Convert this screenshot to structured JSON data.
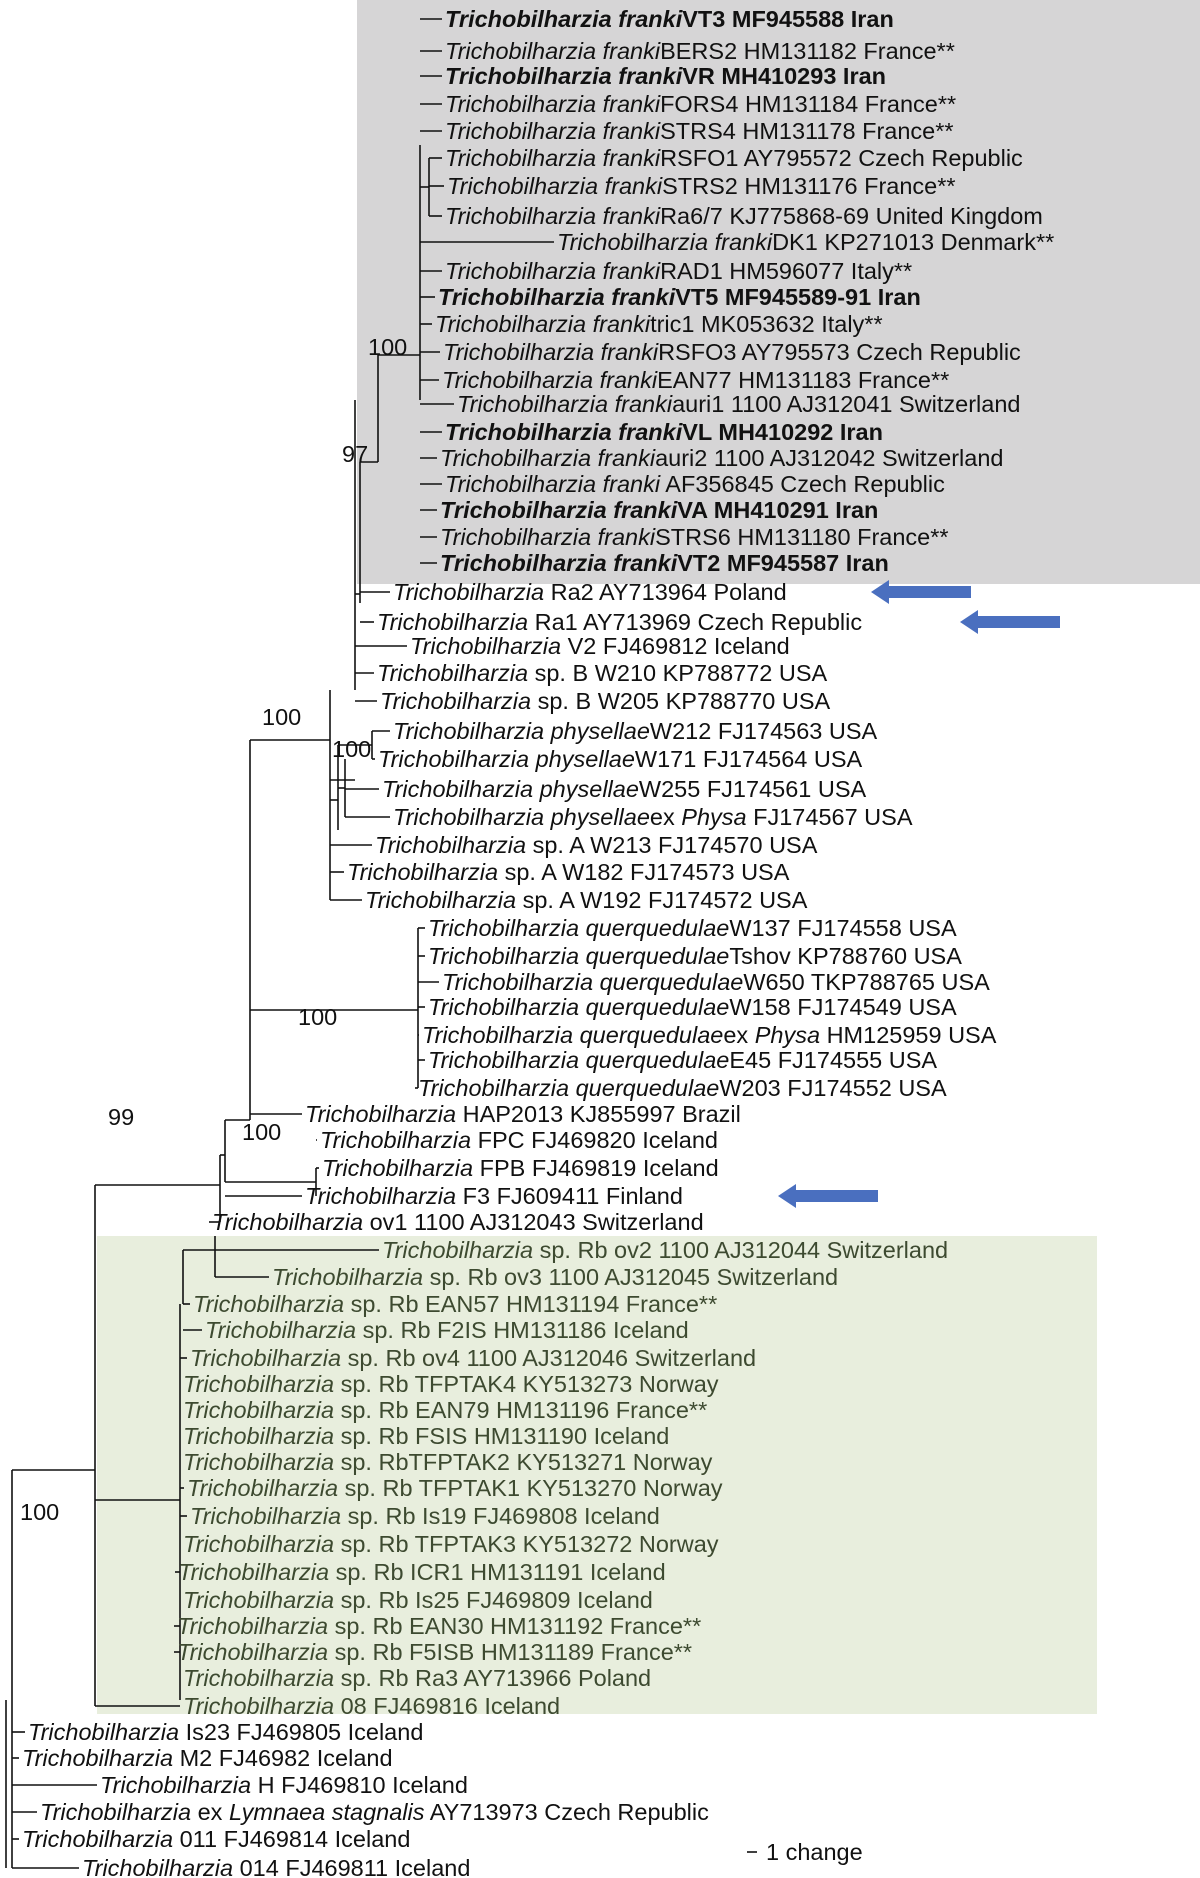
{
  "colors": {
    "clade_franki_bg": "#d6d5d6",
    "clade_rb_bg": "#e8eedd",
    "arrow": "#4a6fbf",
    "green_text": "#3d4a30"
  },
  "clades": [
    {
      "name": "franki-clade",
      "color": "#d6d5d6"
    },
    {
      "name": "rb-clade",
      "color": "#e8eedd"
    }
  ],
  "bootstrap": [
    "100",
    "97",
    "100",
    "100",
    "100",
    "100",
    "99",
    "100"
  ],
  "scale_bar": {
    "label": "1 change"
  },
  "arrows": [
    {
      "target": "Ra2 AY713964 Poland"
    },
    {
      "target": "Ra1 AY713969 Czech Republic"
    },
    {
      "target": "F3 FJ609411 Finland"
    }
  ],
  "taxa": [
    {
      "genus": "Trichobilharzia",
      "species": "franki",
      "rest": "VT3 MF945588 Iran",
      "bold": true
    },
    {
      "genus": "Trichobilharzia",
      "species": "franki",
      "rest": "BERS2 HM131182 France**"
    },
    {
      "genus": "Trichobilharzia",
      "species": "franki",
      "rest": "VR MH410293 Iran",
      "bold": true
    },
    {
      "genus": "Trichobilharzia",
      "species": "franki",
      "rest": "FORS4 HM131184 France**"
    },
    {
      "genus": "Trichobilharzia",
      "species": "franki",
      "rest": "STRS4 HM131178 France**"
    },
    {
      "genus": "Trichobilharzia",
      "species": "franki",
      "rest": "RSFO1 AY795572 Czech Republic"
    },
    {
      "genus": "Trichobilharzia",
      "species": "franki",
      "rest": "STRS2 HM131176 France**"
    },
    {
      "genus": "Trichobilharzia",
      "species": "franki",
      "rest": "Ra6/7 KJ775868-69 United Kingdom"
    },
    {
      "genus": "Trichobilharzia",
      "species": "franki",
      "rest": "DK1 KP271013 Denmark**"
    },
    {
      "genus": "Trichobilharzia",
      "species": "franki",
      "rest": "RAD1 HM596077 Italy**"
    },
    {
      "genus": "Trichobilharzia",
      "species": "franki",
      "rest": "VT5 MF945589-91 Iran",
      "bold": true
    },
    {
      "genus": "Trichobilharzia",
      "species": "franki",
      "rest": "tric1 MK053632 Italy**"
    },
    {
      "genus": "Trichobilharzia",
      "species": "franki",
      "rest": "RSFO3  AY795573 Czech Republic"
    },
    {
      "genus": "Trichobilharzia",
      "species": "franki",
      "rest": "EAN77 HM131183 France**"
    },
    {
      "genus": "Trichobilharzia",
      "species": "franki",
      "rest": "auri1 1100 AJ312041 Switzerland"
    },
    {
      "genus": "Trichobilharzia",
      "species": "franki",
      "rest": "VL MH410292 Iran",
      "bold": true
    },
    {
      "genus": "Trichobilharzia",
      "species": "franki",
      "rest": "auri2 1100 AJ312042 Switzerland"
    },
    {
      "genus": "Trichobilharzia",
      "species": "franki",
      "rest": " AF356845 Czech Republic"
    },
    {
      "genus": "Trichobilharzia",
      "species": "franki",
      "rest": "VA MH410291 Iran",
      "bold": true
    },
    {
      "genus": "Trichobilharzia",
      "species": "franki",
      "rest": "STRS6 HM131180 France**"
    },
    {
      "genus": "Trichobilharzia",
      "species": "franki",
      "rest": "VT2 MF945587 Iran",
      "bold": true
    },
    {
      "genus": "Trichobilharzia",
      "rest": "Ra2 AY713964 Poland"
    },
    {
      "genus": "Trichobilharzia",
      "rest": "Ra1 AY713969 Czech Republic"
    },
    {
      "genus": "Trichobilharzia",
      "rest": "V2 FJ469812 Iceland"
    },
    {
      "genus": "Trichobilharzia",
      "rest": " sp. B W210 KP788772 USA"
    },
    {
      "genus": "Trichobilharzia",
      "rest": "sp. B W205 KP788770 USA"
    },
    {
      "genus": "Trichobilharzia",
      "species": "physellae",
      "rest": "W212 FJ174563 USA"
    },
    {
      "genus": "Trichobilharzia",
      "species": "physellae",
      "rest": "W171 FJ174564 USA"
    },
    {
      "genus": "Trichobilharzia",
      "species": "physellae",
      "rest": "W255 FJ174561 USA"
    },
    {
      "genus": "Trichobilharzia",
      "species": "physellae",
      "rest": "ex ",
      "extra_italic": "Physa",
      "rest2": "FJ174567 USA"
    },
    {
      "genus": "Trichobilharzia",
      "rest": "sp. A W213 FJ174570 USA"
    },
    {
      "genus": "Trichobilharzia",
      "rest": "sp. A W182 FJ174573 USA"
    },
    {
      "genus": "Trichobilharzia",
      "rest": "sp. A W192 FJ174572 USA"
    },
    {
      "genus": "Trichobilharzia",
      "species": "querquedulae",
      "rest": "W137 FJ174558 USA"
    },
    {
      "genus": "Trichobilharzia",
      "species": "querquedulae",
      "rest": "Tshov KP788760 USA"
    },
    {
      "genus": "Trichobilharzia",
      "species": "querquedulae",
      "rest": "W650 TKP788765 USA"
    },
    {
      "genus": "Trichobilharzia",
      "species": "querquedulae",
      "rest": "W158 FJ174549 USA"
    },
    {
      "genus": "Trichobilharzia",
      "species": "querquedulae",
      "rest": "ex ",
      "extra_italic": "Physa",
      "rest2": "HM125959 USA"
    },
    {
      "genus": "Trichobilharzia",
      "species": "querquedulae",
      "rest": "E45 FJ174555 USA"
    },
    {
      "genus": "Trichobilharzia",
      "species": "querquedulae",
      "rest": "W203 FJ174552 USA"
    },
    {
      "genus": "Trichobilharzia",
      "rest": "HAP2013 KJ855997 Brazil"
    },
    {
      "genus": "Trichobilharzia",
      "rest": "FPC FJ469820 Iceland"
    },
    {
      "genus": "Trichobilharzia",
      "rest": "FPB FJ469819 Iceland"
    },
    {
      "genus": "Trichobilharzia",
      "rest": "F3 FJ609411 Finland"
    },
    {
      "genus": "Trichobilharzia",
      "rest": "ov1 1100 AJ312043 Switzerland"
    },
    {
      "genus": "Trichobilharzia",
      "rest": "sp. Rb ov2 1100 AJ312044 Switzerland",
      "green": true
    },
    {
      "genus": "Trichobilharzia",
      "rest": "sp. Rb ov3 1100 AJ312045 Switzerland",
      "green": true
    },
    {
      "genus": "Trichobilharzia",
      "rest": "sp. Rb  EAN57 HM131194 France**",
      "green": true
    },
    {
      "genus": "Trichobilharzia",
      "rest": "sp. Rb F2IS HM131186 Iceland",
      "green": true
    },
    {
      "genus": "Trichobilharzia",
      "rest": "sp. Rb ov4 1100 AJ312046 Switzerland",
      "green": true
    },
    {
      "genus": "Trichobilharzia",
      "rest": "sp. Rb TFPTAK4 KY513273 Norway",
      "green": true
    },
    {
      "genus": "Trichobilharzia",
      "rest": "sp. Rb EAN79 HM131196 France**",
      "green": true
    },
    {
      "genus": "Trichobilharzia",
      "rest": "sp. Rb FSIS HM131190 Iceland",
      "green": true
    },
    {
      "genus": "Trichobilharzia",
      "rest": "sp. RbTFPTAK2 KY513271 Norway",
      "green": true
    },
    {
      "genus": "Trichobilharzia",
      "rest": "sp. Rb TFPTAK1 KY513270 Norway",
      "green": true
    },
    {
      "genus": "Trichobilharzia",
      "rest": "sp. Rb Is19 FJ469808 Iceland",
      "green": true
    },
    {
      "genus": "Trichobilharzia",
      "rest": "sp. Rb TFPTAK3 KY513272 Norway",
      "green": true
    },
    {
      "genus": "Trichobilharzia",
      "rest": "sp. Rb ICR1 HM131191 Iceland",
      "green": true
    },
    {
      "genus": "Trichobilharzia",
      "rest": "sp. Rb Is25 FJ469809 Iceland",
      "green": true
    },
    {
      "genus": "Trichobilharzia",
      "rest": "sp. Rb  EAN30 HM131192 France**",
      "green": true
    },
    {
      "genus": "Trichobilharzia",
      "rest": "sp. Rb  F5ISB HM131189 France**",
      "green": true
    },
    {
      "genus": "Trichobilharzia",
      "rest": "sp. Rb Ra3 AY713966 Poland",
      "green": true
    },
    {
      "genus": "Trichobilharzia",
      "rest": "08 FJ469816 Iceland",
      "green": true
    },
    {
      "genus": "Trichobilharzia",
      "rest": "Is23 FJ469805 Iceland"
    },
    {
      "genus": "Trichobilharzia",
      "rest": "M2 FJ46982 Iceland"
    },
    {
      "genus": "Trichobilharzia",
      "rest": "H FJ469810 Iceland"
    },
    {
      "genus": "Trichobilharzia",
      "rest": "ex ",
      "extra_italic": "Lymnaea stagnalis",
      "rest2": "AY713973 Czech Republic"
    },
    {
      "genus": "Trichobilharzia",
      "rest": "011 FJ469814 Iceland"
    },
    {
      "genus": "Trichobilharzia",
      "rest": "014 FJ469811 Iceland"
    }
  ]
}
